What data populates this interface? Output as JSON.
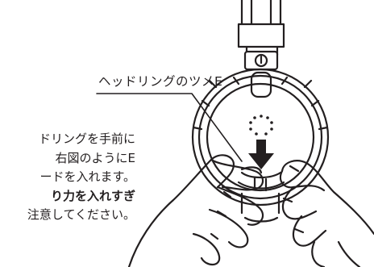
{
  "callout": {
    "label": "ヘッドリングのツメE"
  },
  "instructions": {
    "lines": [
      "ドリングを手前に",
      "右図のようにE",
      "ードを入れます。",
      "り力を入れすぎ",
      "注意してください。"
    ],
    "emphasis_line_index": 3
  },
  "illustration": {
    "subject": "hands-holding-headring",
    "arrow_direction": "down"
  },
  "colors": {
    "ink": "#231f20",
    "background": "#ffffff"
  }
}
